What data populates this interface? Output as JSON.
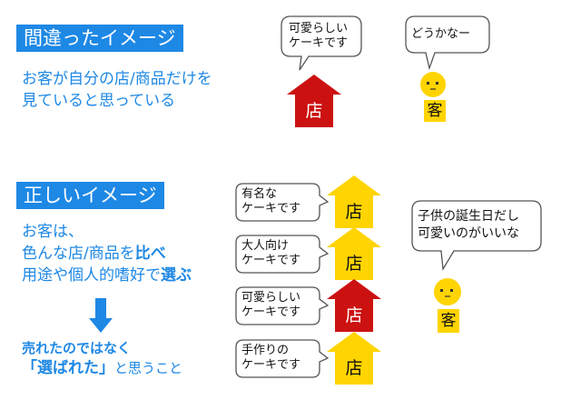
{
  "top": {
    "banner": "間違ったイメージ",
    "desc": [
      "お客が自分の店/商品だけを",
      "見ていると思っている"
    ],
    "bubble_shop": [
      "可愛らしい",
      "ケーキです"
    ],
    "shop_label": "店",
    "bubble_customer": "どうかなー",
    "customer_label": "客"
  },
  "bottom": {
    "banner": "正しいイメージ",
    "desc": {
      "line1": "お客は、",
      "line2_a": "色んな店/商品を",
      "line2_b": "比べ",
      "line3_a": "用途や個人的嗜好で",
      "line3_b": "選ぶ"
    },
    "conclusion": {
      "line1": "売れたのではなく",
      "line2_a": "「選ばれた」",
      "line2_b": "と思うこと"
    },
    "shops": [
      {
        "bubble": [
          "有名な",
          "ケーキです"
        ],
        "label": "店",
        "color": "#ffd400"
      },
      {
        "bubble": [
          "大人向け",
          "ケーキです"
        ],
        "label": "店",
        "color": "#ffd400"
      },
      {
        "bubble": [
          "可愛らしい",
          "ケーキです"
        ],
        "label": "店",
        "color": "#cc1111"
      },
      {
        "bubble": [
          "手作りの",
          "ケーキです"
        ],
        "label": "店",
        "color": "#ffd400"
      }
    ],
    "customer_bubble": [
      "子供の誕生日だし",
      "可愛いのがいいな"
    ],
    "customer_label": "客"
  },
  "colors": {
    "accent": "#1e88e5",
    "shop_red": "#cc1111",
    "shop_yellow": "#ffd400"
  }
}
